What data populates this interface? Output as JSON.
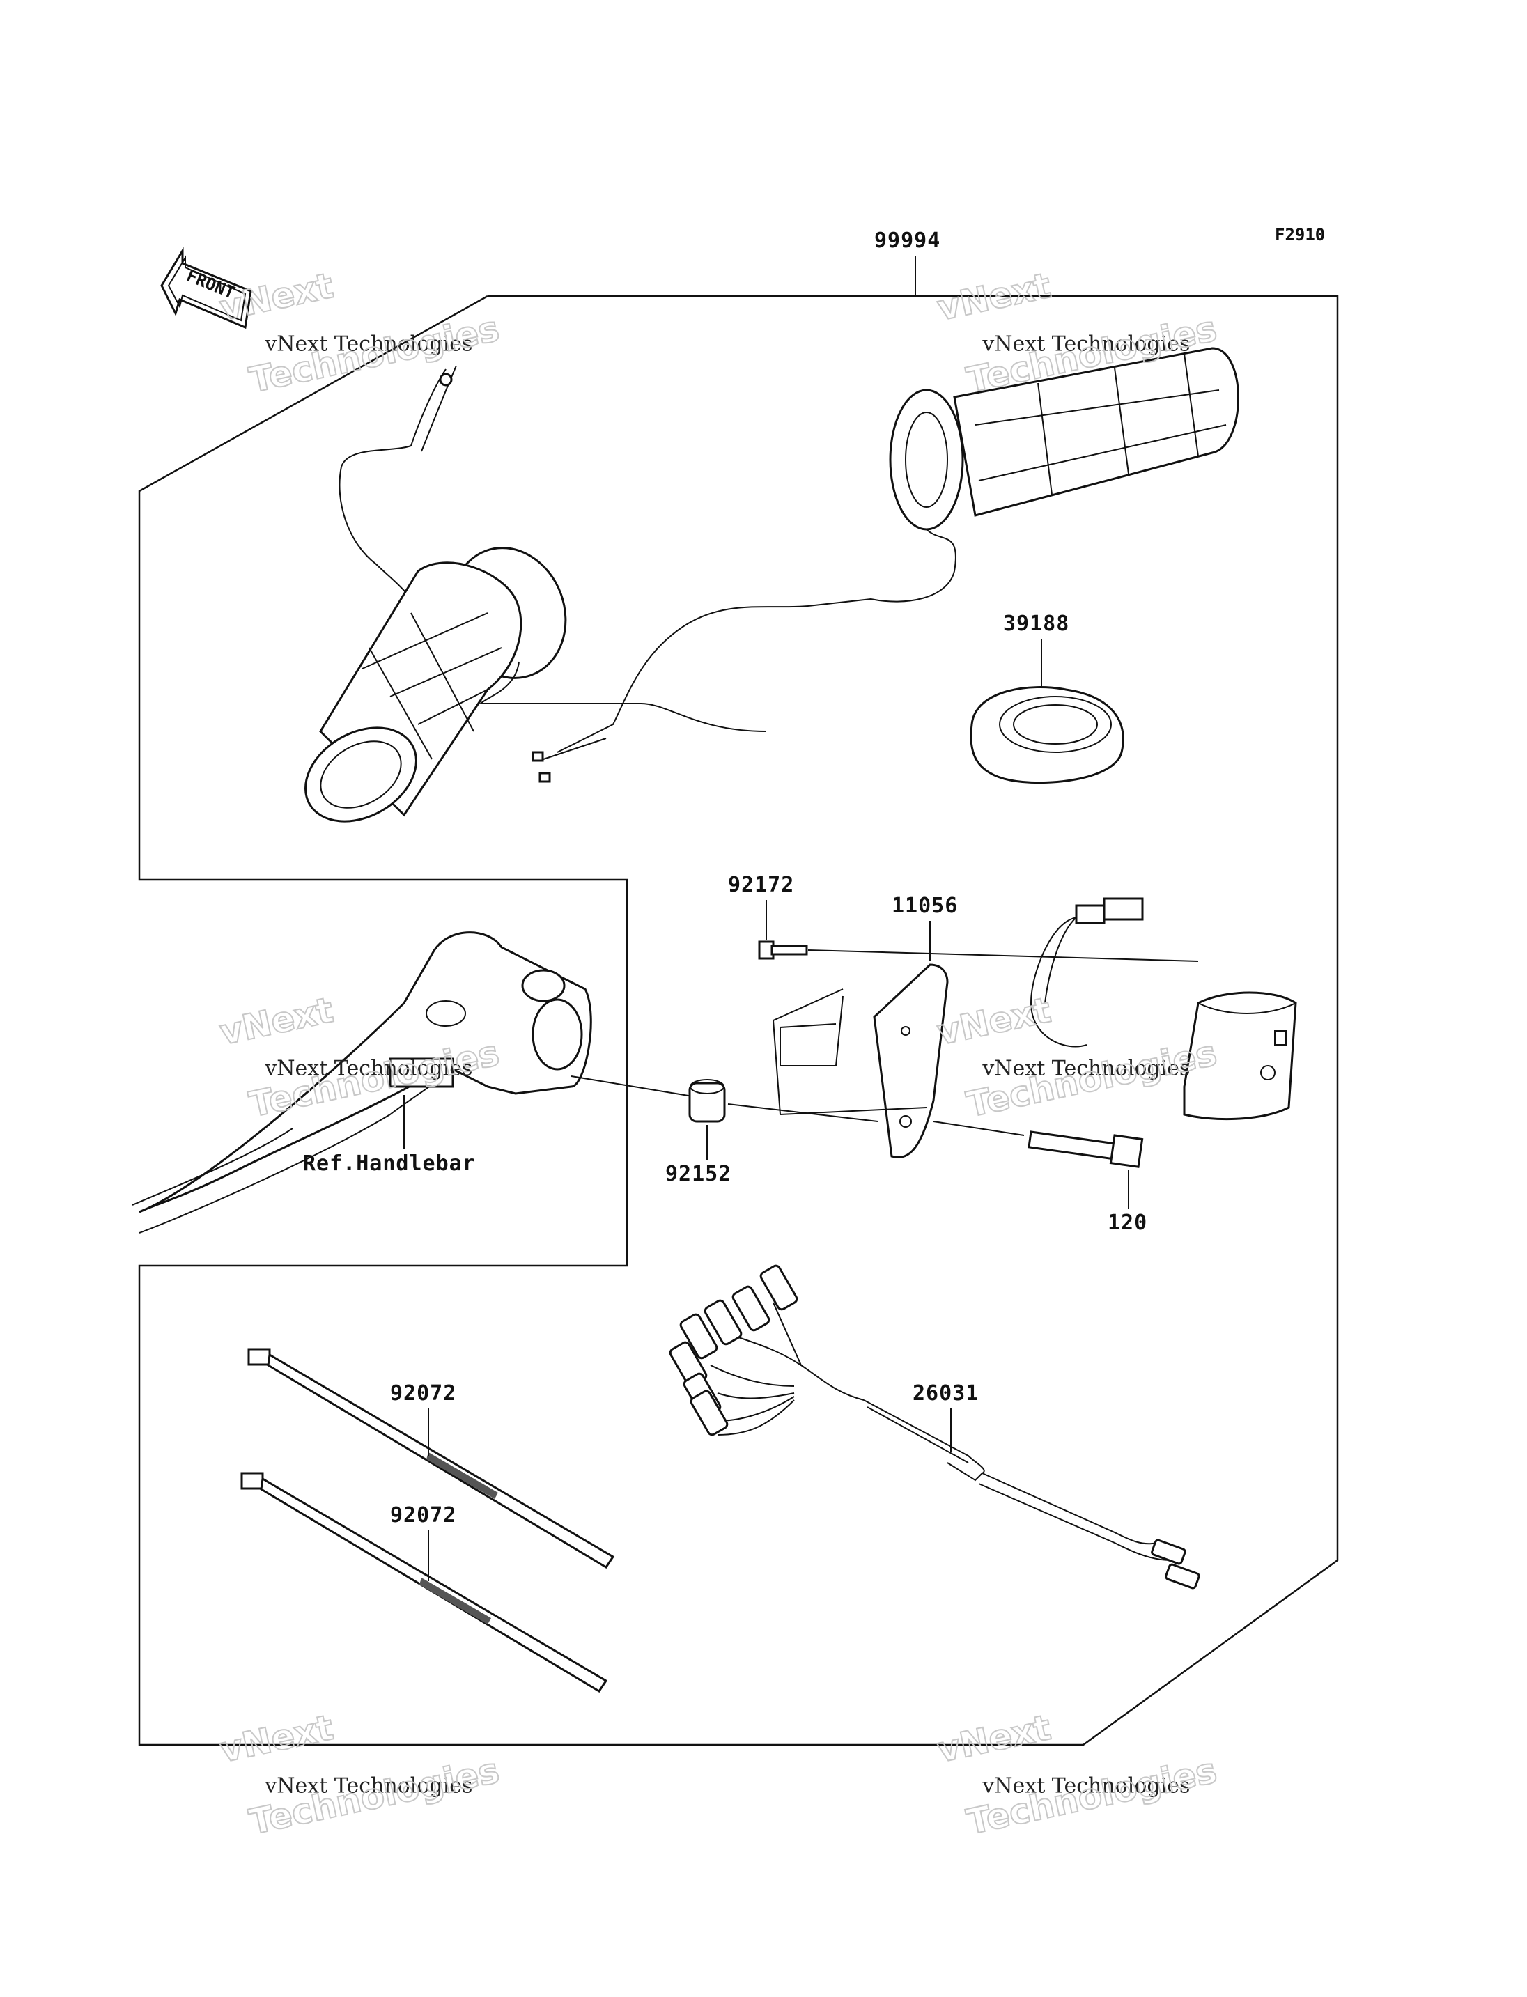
{
  "diagram": {
    "figure_code": "F2910",
    "kit_part_number": "99994",
    "front_indicator": "FRONT",
    "callouts": [
      {
        "id": "grip-seal",
        "text": "39188"
      },
      {
        "id": "bolt-small",
        "text": "92172"
      },
      {
        "id": "bracket",
        "text": "11056"
      },
      {
        "id": "spacer",
        "text": "92152"
      },
      {
        "id": "bolt",
        "text": "120"
      },
      {
        "id": "handlebar-ref",
        "text": "Ref.Handlebar"
      },
      {
        "id": "harness",
        "text": "26031"
      },
      {
        "id": "tie-band-1",
        "text": "92072"
      },
      {
        "id": "tie-band-2",
        "text": "92072"
      }
    ],
    "watermarks": [
      {
        "line1": "vNext Technologies",
        "line2": "Technologies",
        "line3": "vNext"
      },
      {
        "line1": "vNext Technologies",
        "line2": "Technologies",
        "line3": "vNext"
      },
      {
        "line1": "vNext Technologies",
        "line2": "Technologies",
        "line3": "vNext"
      },
      {
        "line1": "vNext Technologies",
        "line2": "Technologies",
        "line3": "vNext"
      },
      {
        "line1": "vNext Technologies",
        "line2": "Technologies",
        "line3": "vNext"
      },
      {
        "line1": "vNext Technologies",
        "line2": "Technologies",
        "line3": "vNext"
      }
    ]
  }
}
